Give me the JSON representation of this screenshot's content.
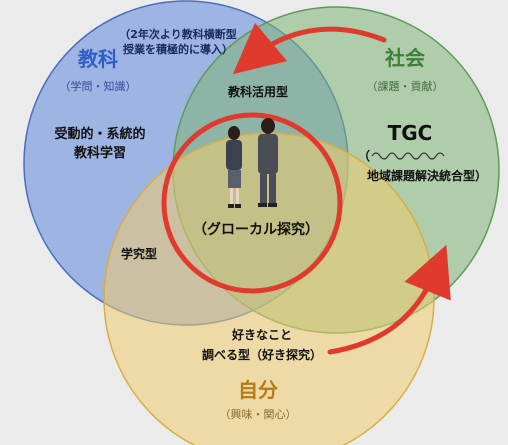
{
  "circles": {
    "subject": {
      "title": "教科",
      "subtitle": "（学問・知識）",
      "note_line1": "（2年次より教科横断型",
      "note_line2": "授業を積極的に導入）",
      "body_line1": "受動的・系統的",
      "body_line2": "教科学習",
      "color": "#5f86dc"
    },
    "society": {
      "title": "社会",
      "subtitle": "（課題・貢献）",
      "tgc": "TGC",
      "tgc_paren_open": "（",
      "tgc_line2": "地域課題解決統合型）",
      "color": "#7fb577"
    },
    "self": {
      "title": "自分",
      "subtitle": "（興味・関心）",
      "body_line1": "好きなこと",
      "body_line2": "調べる型（好き探究）",
      "color": "#f0cc6e"
    }
  },
  "overlaps": {
    "subject_society": "教科活用型",
    "subject_self": "学究型",
    "center": "（グローカル探究）"
  },
  "accent_color": "#e03a2e"
}
